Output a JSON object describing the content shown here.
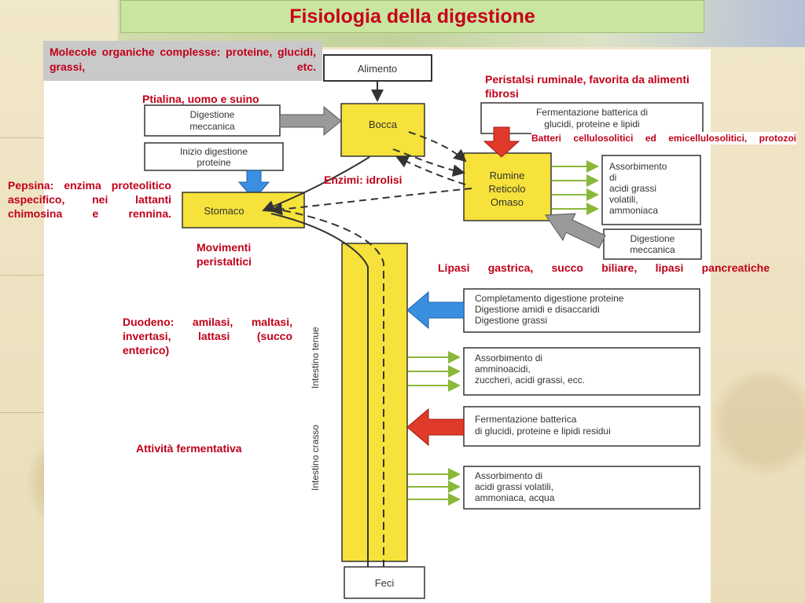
{
  "title": "Fisiologia della digestione",
  "annotations": {
    "molecole": "Molecole organiche complesse: proteine, glucidi, grassi, etc.",
    "ptialina": "Ptialina, uomo e suino",
    "peristalsi": "Peristalsi ruminale, favorita da alimenti fibrosi",
    "batteri": "Batteri cellulosolitici ed emicellulosolitici, protozoi",
    "pepsina": "Pepsina: enzima proteolitico aspecifico, nei lattanti chimosina e rennina.",
    "enzimi": "Enzimi: idrolisi",
    "movimenti": "Movimenti peristaltici",
    "lipasi": "Lipasi gastrica, succo biliare, lipasi pancreatiche",
    "duodeno": "Duodeno: amilasi, maltasi, invertasi, lattasi (succo enterico)",
    "attivita": "Attività fermentativa"
  },
  "diagram": {
    "alimento": "Alimento",
    "bocca": "Bocca",
    "stomaco": "Stomaco",
    "rumine": [
      "Rumine",
      "Reticolo",
      "Omaso"
    ],
    "feci": "Feci",
    "digestione_meccanica": [
      "Digestione",
      "meccanica"
    ],
    "inizio_digestione": [
      "Inizio digestione",
      "proteine"
    ],
    "fermentazione_batterica": [
      "Fermentazione batterica di",
      "glucidi, proteine e lipidi"
    ],
    "assorbimento_rumine": [
      "Assorbimento",
      "di",
      "acidi grassi",
      "volatili,",
      "ammoniaca"
    ],
    "digestione_meccanica_2": [
      "Digestione",
      "meccanica"
    ],
    "completamento": [
      "Completamento digestione proteine",
      "Digestione amidi e disaccaridi",
      "Digestione grassi"
    ],
    "assorbimento_tenue": [
      "Assorbimento di",
      "amminoacidi,",
      "zuccheri, acidi grassi, ecc."
    ],
    "fermentazione_residui": [
      "Fermentazione batterica",
      "di glucidi, proteine e lipidi residui"
    ],
    "assorbimento_crasso": [
      "Assorbimento di",
      "acidi grassi volatili,",
      "ammoniaca, acqua"
    ],
    "intestino_tenue": "Intestino tenue",
    "intestino_crasso": "Intestino crasso"
  },
  "colors": {
    "title_red": "#c8001a",
    "annotation_red": "#c0001a",
    "organ_yellow": "#f6e23a",
    "arrow_blue": "#3a8fe0",
    "arrow_red": "#e03a2a",
    "arrow_gray": "#9a9a9a",
    "arrow_green": "#8ab83a"
  }
}
